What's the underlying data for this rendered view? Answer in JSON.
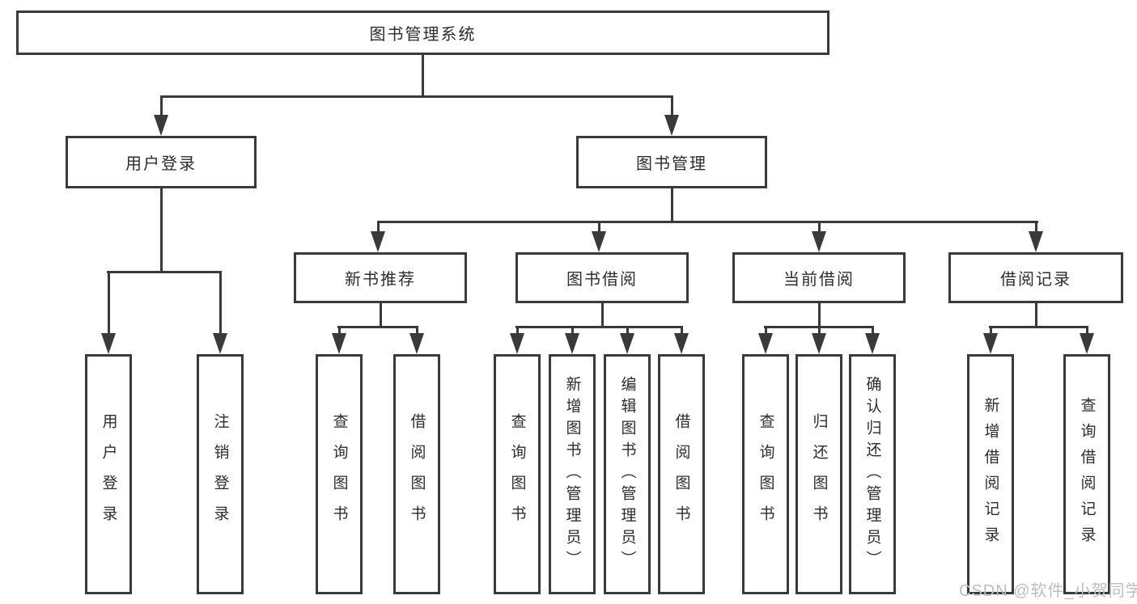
{
  "colors": {
    "line": "#3a3a3a",
    "text": "#2d2d2d",
    "box_fill": "#ffffff",
    "background": "#ffffff",
    "watermark": "#bdbdbd"
  },
  "watermark": {
    "text": "CSDN @软件_小贺同学"
  },
  "tree": {
    "root": {
      "label": "图书管理系统",
      "children": [
        {
          "label": "用户登录",
          "children": [
            {
              "label": "用户登录"
            },
            {
              "label": "注销登录"
            }
          ]
        },
        {
          "label": "图书管理",
          "children": [
            {
              "label": "新书推荐",
              "children": [
                {
                  "label": "查询图书"
                },
                {
                  "label": "借阅图书"
                }
              ]
            },
            {
              "label": "图书借阅",
              "children": [
                {
                  "label": "查询图书"
                },
                {
                  "label": "新增图书（管理员）"
                },
                {
                  "label": "编辑图书（管理员）"
                },
                {
                  "label": "借阅图书"
                }
              ]
            },
            {
              "label": "当前借阅",
              "children": [
                {
                  "label": "查询图书"
                },
                {
                  "label": "归还图书"
                },
                {
                  "label": "确认归还（管理员）"
                }
              ]
            },
            {
              "label": "借阅记录",
              "children": [
                {
                  "label": "新增借阅记录"
                },
                {
                  "label": "查询借阅记录"
                }
              ]
            }
          ]
        }
      ]
    }
  }
}
